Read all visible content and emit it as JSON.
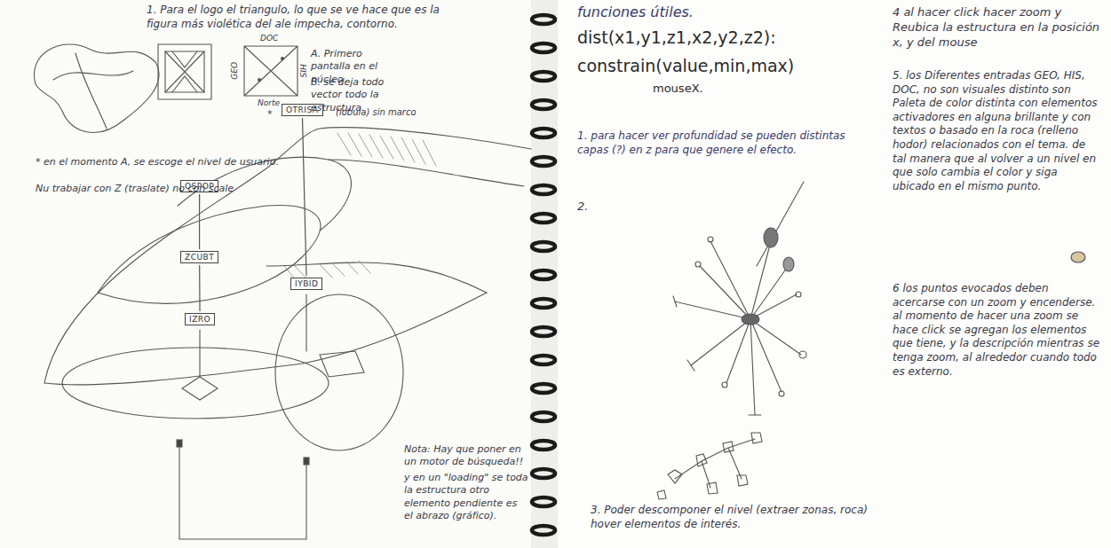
{
  "diagram": {
    "nodes": [
      {
        "text": [
          "OTRISA"
        ]
      },
      {
        "text": [
          "OSPOP"
        ]
      },
      {
        "text": [
          "ZCUBT"
        ]
      },
      {
        "text": [
          "IZRO"
        ]
      },
      {
        "text": [
          "IYBID"
        ]
      }
    ],
    "edges": [
      {
        "from": 1,
        "to": 2,
        "arrow": "none"
      },
      {
        "from": 2,
        "to": 3,
        "arrow": "none"
      },
      {
        "from": 0,
        "to": 4,
        "arrow": "none"
      }
    ],
    "labels": [
      "1. Para el logo el triangulo, lo que se ve hace que es la figura más violética del ale impecha, contorno.",
      "DOC",
      "HIS",
      "GEO",
      "Norte",
      "A. Primero pantalla en el núcleo",
      "B. se deja todo vector todo la estructura.",
      "* en el momento A, se escoge el nivel de usuario.",
      "Nu trabajar con Z (traslate) no con scale",
      "(lobula) sin marco",
      "Nota: Hay que poner en un motor de búsqueda!!",
      "y en un \"loading\" se toda la estructura otro elemento pendiente es el abrazo (gráfico).",
      "funciones útiles.",
      "dist(x1,y1,z1,x2,y2,z2):",
      "constrain(value,min,max)",
      "mouseX.",
      "1. para hacer ver profundidad se pueden distintas capas (?) en z para que genere el efecto.",
      "2.",
      "3. Poder descomponer el nivel (extraer zonas, roca) hover elementos de interés.",
      "4 al hacer click hacer zoom y Reubica la estructura en la posición x, y del mouse",
      "5. los Diferentes entradas GEO, HIS, DOC, no son visuales distinto son Paleta de color distinta con elementos activadores en alguna brillante y con textos o basado en la roca (relleno hodor) relacionados con el tema. de tal manera que al volver a un nivel en que solo cambia el color y siga ubicado en el mismo punto.",
      "6 los puntos evocados deben acercarse con un zoom y encenderse. al momento de hacer una zoom se hace click se agregan los elementos que tiene, y la descripción mientras se tenga zoom, al alrededor cuando todo es externo.",
      "*"
    ]
  }
}
